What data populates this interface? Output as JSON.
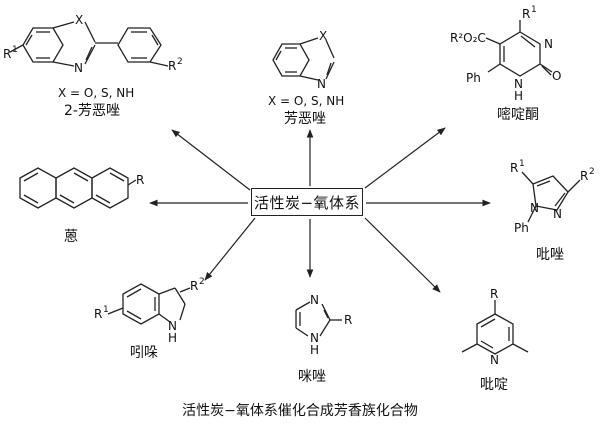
{
  "center_label": "活性炭−氧体系",
  "caption": "活性炭−氧体系催化合成芳香族化合物",
  "products": {
    "aryl_azole": {
      "name": "2-芳恶唑",
      "condition": "X = O, S, NH"
    },
    "azole": {
      "name": "芳恶唑",
      "condition": "X = O, S, NH"
    },
    "pyrimidinone": {
      "name": "嘧啶酮"
    },
    "anthracene": {
      "name": "蒽"
    },
    "pyrazole": {
      "name": "吡唑"
    },
    "indole": {
      "name": "吲哚"
    },
    "imidazole": {
      "name": "咪唑"
    },
    "pyridine": {
      "name": "吡啶"
    }
  },
  "atoms": {
    "X": "X",
    "N": "N",
    "R": "R",
    "R1": "R",
    "R2": "R",
    "sup1": "1",
    "sup2": "2",
    "H": "H",
    "O": "O",
    "Ph": "Ph",
    "ester": "R²O₂C",
    "NH": "N"
  }
}
